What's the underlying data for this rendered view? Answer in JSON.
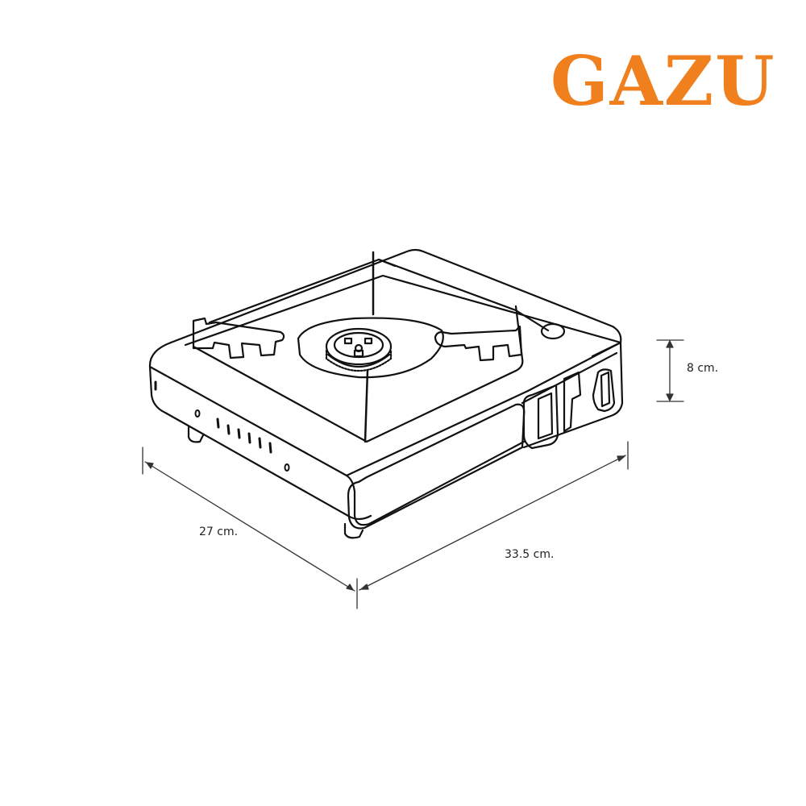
{
  "brand": {
    "name": "GAZU",
    "color": "#F07F1E"
  },
  "product": {
    "name": "portable-gas-stove",
    "line_color": "#111111"
  },
  "dimensions": {
    "height": {
      "label": "8 cm.",
      "value": 8,
      "unit": "cm"
    },
    "depth": {
      "label": "27 cm.",
      "value": 27,
      "unit": "cm"
    },
    "width": {
      "label": "33.5 cm.",
      "value": 33.5,
      "unit": "cm"
    }
  }
}
